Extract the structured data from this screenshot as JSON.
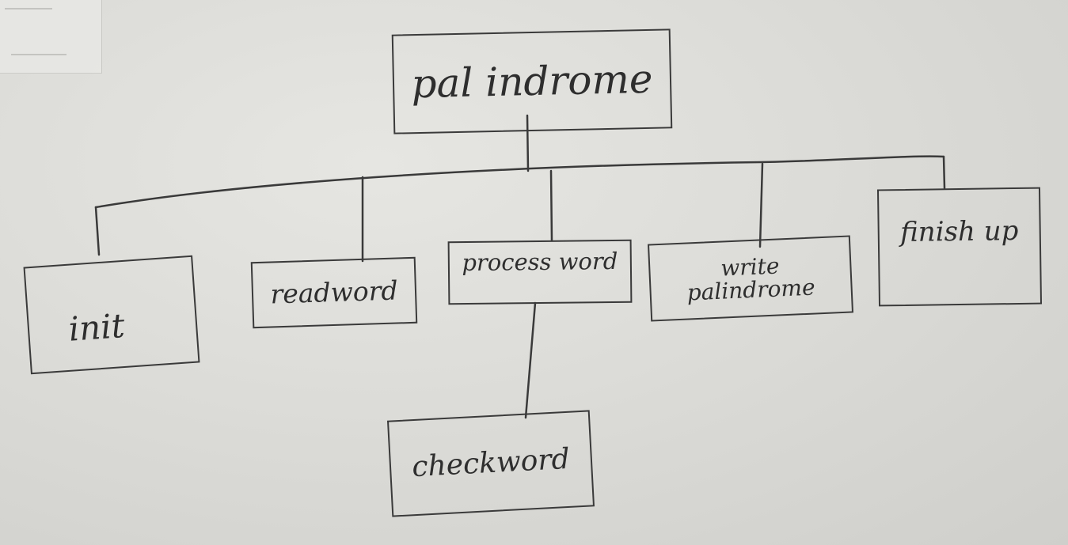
{
  "diagram": {
    "root": {
      "label": "pal indrome"
    },
    "children": [
      {
        "label": "init"
      },
      {
        "label": "readword"
      },
      {
        "label": "process word"
      },
      {
        "label": "write palindrome"
      },
      {
        "label": "finish up"
      }
    ],
    "grandchild": {
      "label": "checkword"
    }
  },
  "colors": {
    "ink": "#3a3a3a",
    "paper": "#dcdcd8"
  }
}
